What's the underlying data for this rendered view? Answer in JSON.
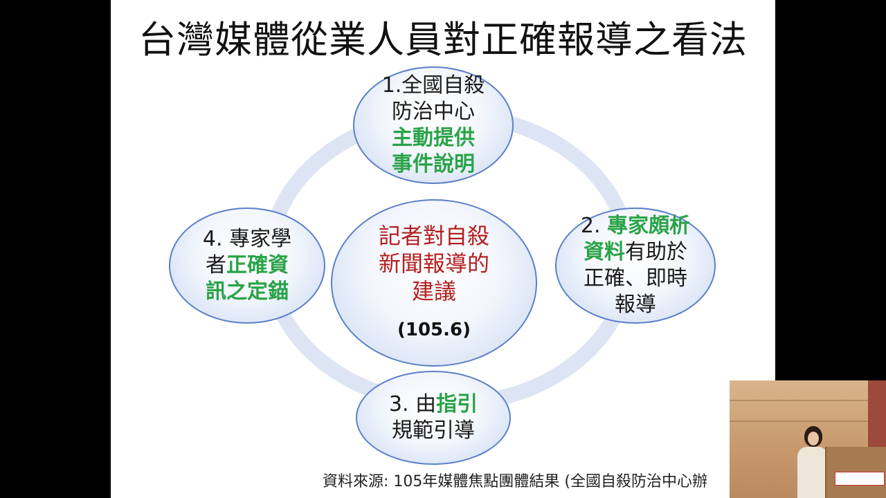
{
  "slide": {
    "title": "台灣媒體從業人員對正確報導之看法",
    "source_note": "資料來源: 105年媒體焦點團體結果 (全國自殺防治中心辦"
  },
  "diagram": {
    "center": {
      "lines": [
        "記者對自殺",
        "新聞報導的",
        "建議"
      ],
      "year": "(105.6)"
    },
    "node1": {
      "line1": "1.全國自殺",
      "line2": "防治中心",
      "line3": "主動提供",
      "line4": "事件說明"
    },
    "node2": {
      "prefix": "2. ",
      "hl1": "專家頗析",
      "hl2": "資料",
      "rest2": "有助於",
      "line3": "正確、即時",
      "line4": "報導"
    },
    "node3": {
      "prefix": "3. 由",
      "hl": "指引",
      "line2": "規範引導"
    },
    "node4": {
      "line1": "4. 專家學",
      "pre2": "者",
      "hl2": "正確資",
      "line3": "訊之定錨"
    }
  },
  "colors": {
    "highlight": "#2aa348",
    "center_text": "#b32020",
    "bubble_border": "#5b7fc8",
    "ring": "#dde5f4"
  }
}
